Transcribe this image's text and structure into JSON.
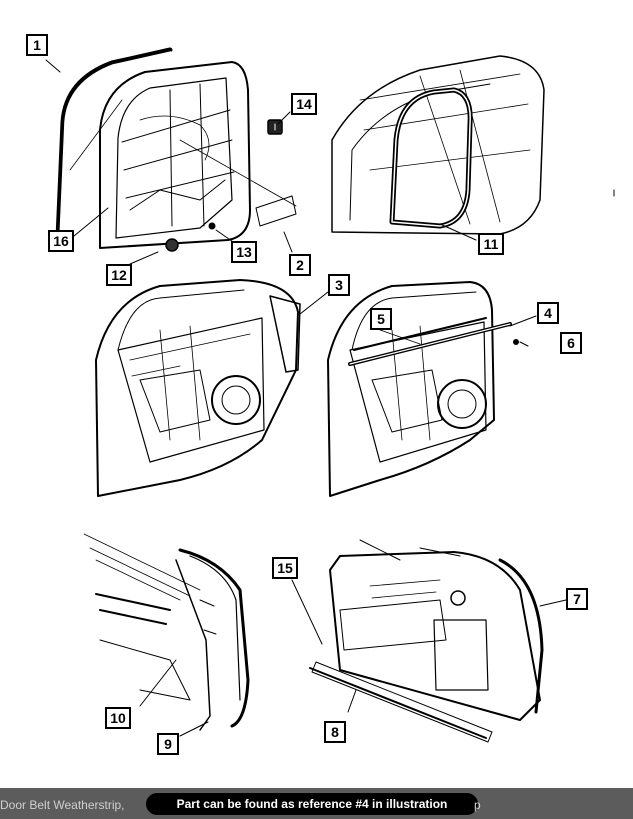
{
  "callouts": {
    "c1": "1",
    "c2": "2",
    "c3": "3",
    "c4": "4",
    "c5": "5",
    "c6": "6",
    "c7": "7",
    "c8": "8",
    "c9": "9",
    "c10": "10",
    "c11": "11",
    "c12": "12",
    "c13": "13",
    "c14": "14",
    "c15": "15",
    "c16": "16"
  },
  "footer": {
    "caption": "Door Belt Weatherstrip,",
    "tooltip": "Part can be found as reference #4 in illustration",
    "tail": "p"
  },
  "colors": {
    "footer_bg": "#5c5c5c",
    "tooltip_bg": "#000000",
    "line": "#000000"
  }
}
